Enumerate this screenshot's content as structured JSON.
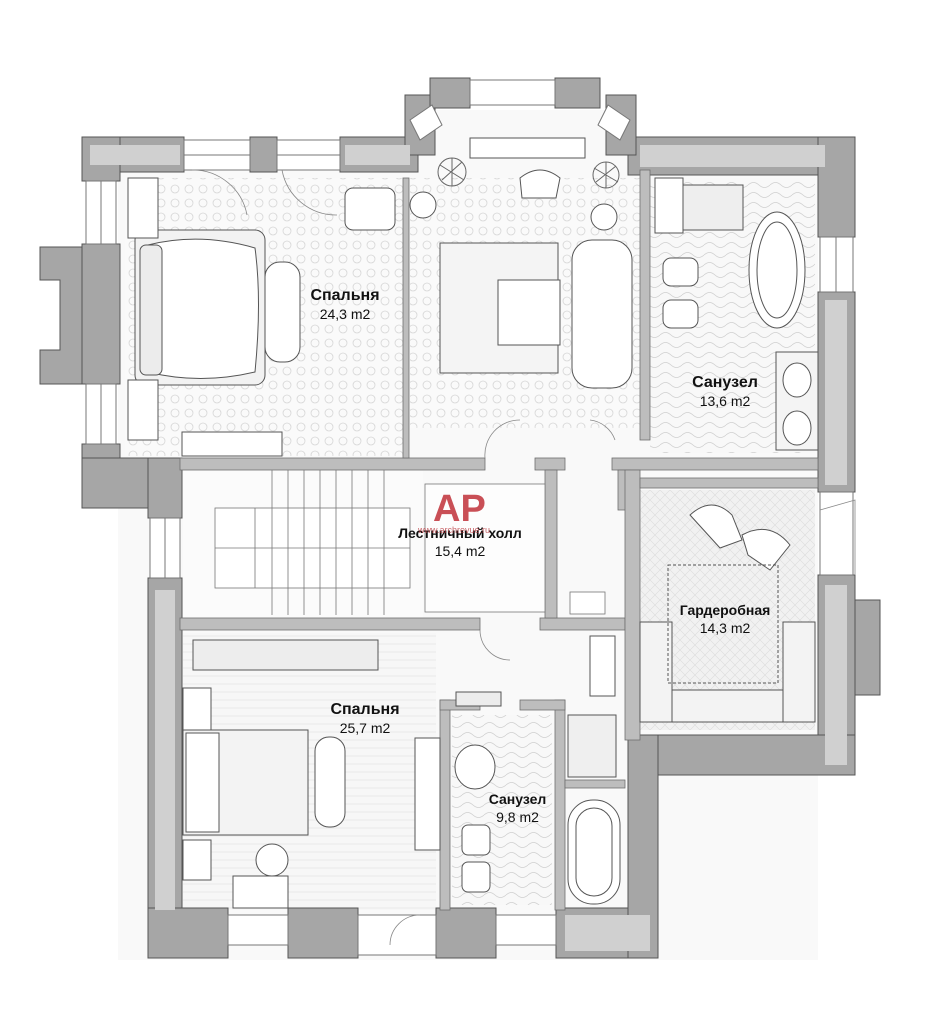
{
  "rooms": [
    {
      "id": "bedroom-1",
      "name": "Спальня",
      "area": "24,3 m2"
    },
    {
      "id": "bathroom-1",
      "name": "Санузел",
      "area": "13,6 m2"
    },
    {
      "id": "stair-hall",
      "name": "Лестничный холл",
      "area": "15,4 m2"
    },
    {
      "id": "wardrobe",
      "name": "Гардеробная",
      "area": "14,3 m2"
    },
    {
      "id": "bedroom-2",
      "name": "Спальня",
      "area": "25,7 m2"
    },
    {
      "id": "bathroom-2",
      "name": "Санузел",
      "area": "9,8 m2"
    }
  ],
  "watermark": {
    "logo": "AP",
    "site": "www.archrevue.ru"
  },
  "colors": {
    "wall": "#a6a6a6",
    "wall_inner": "#d0d0d0",
    "line": "#6e6e6e",
    "logo_red": "#c0313a"
  }
}
